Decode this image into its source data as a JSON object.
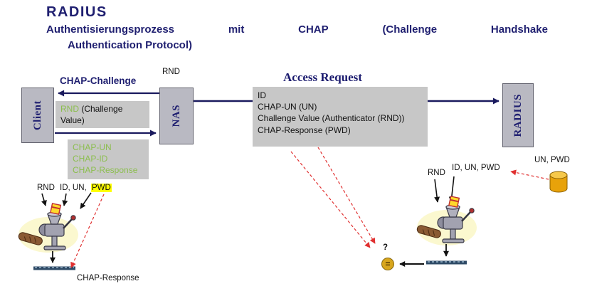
{
  "colors": {
    "navy": "#1f1f70",
    "green": "#8cbe4f",
    "box_gray": "#c7c7c7",
    "node_gray": "#b9b9c2",
    "highlight_yellow": "#ffff00",
    "arrow_red": "#e03030",
    "db_gold": "#e8a20a"
  },
  "header": {
    "title": "RADIUS",
    "subtitle_words": [
      "Authentisierungsprozess",
      "mit",
      "CHAP",
      "(Challenge",
      "Handshake"
    ],
    "subtitle_line2": "Authentication Protocol)"
  },
  "nodes": {
    "client": "Client",
    "nas": "NAS",
    "radius": "RADIUS"
  },
  "labels": {
    "rnd_above_nas": "RND",
    "chap_challenge": "CHAP-Challenge",
    "access_request_title": "Access Request"
  },
  "challenge_box": {
    "rnd": "RND",
    "rest": "(Challenge Value)"
  },
  "chap_box": {
    "lines": [
      "CHAP-UN",
      "CHAP-ID",
      "CHAP-Response"
    ]
  },
  "access_request_box": {
    "lines": [
      "ID",
      "CHAP-UN (UN)",
      "Challenge Value (Authenticator (RND))",
      "CHAP-Response (PWD)"
    ]
  },
  "left_hash": {
    "input_rnd": "RND",
    "input_id_un": "ID, UN,",
    "input_pwd": "PWD",
    "output_label": "CHAP-Response"
  },
  "right_hash": {
    "input_rnd": "RND",
    "input_id_un_pwd": "ID, UN, PWD",
    "db_label": "UN, PWD",
    "question_mark": "?",
    "equals_sign": "="
  },
  "icons": {
    "hash_machine": "grinder-machine",
    "credential_store": "database-cylinder",
    "match_indicator": "equals-circle"
  }
}
